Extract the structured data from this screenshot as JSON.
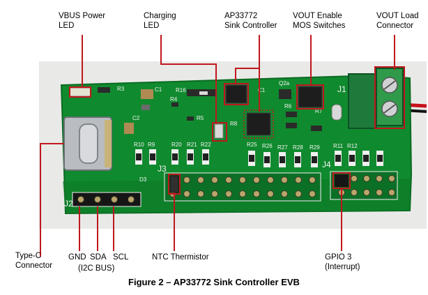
{
  "caption": "Figure 2 – AP33772 Sink Controller EVB",
  "callouts": {
    "vbus_led": {
      "line1": "VBUS Power",
      "line2": "LED"
    },
    "charging_led": {
      "line1": "Charging",
      "line2": "LED"
    },
    "sink_controller": {
      "line1": "AP33772",
      "line2": "Sink Controller"
    },
    "vout_mos": {
      "line1": "VOUT Enable",
      "line2": "MOS Switches"
    },
    "vout_connector": {
      "line1": "VOUT Load",
      "line2": "Connector"
    },
    "typec": {
      "line1": "Type-C",
      "line2": "Connector"
    },
    "gnd": "GND",
    "sda": "SDA",
    "scl": "SCL",
    "i2c_bus": "(I2C BUS)",
    "ntc": "NTC Thermistor",
    "gpio3": {
      "line1": "GPIO 3",
      "line2": "(Interrupt)"
    }
  },
  "silkscreen": {
    "r3": "R3",
    "c1": "C1",
    "r16": "R16",
    "r4": "R4",
    "r5": "R5",
    "c2": "C2",
    "c1b": "C1",
    "q2a": "Q2a",
    "r6": "R6",
    "r7": "R7",
    "r8": "R8",
    "r20": "R20",
    "r21": "R21",
    "r22": "R22",
    "r25": "R25",
    "r26": "R26",
    "r27": "R27",
    "r28": "R28",
    "r29": "R29",
    "r10": "R10",
    "r9": "R9",
    "d3": "D3",
    "j1": "J1",
    "j3": "J3",
    "j4": "J4",
    "j2": "J2",
    "r11": "R11",
    "r12": "R12"
  },
  "colors": {
    "pcb": "#0f8a2d",
    "pcb_dark": "#0a6b22",
    "callout_line": "#c0161d",
    "background": "#e8e8e8"
  }
}
